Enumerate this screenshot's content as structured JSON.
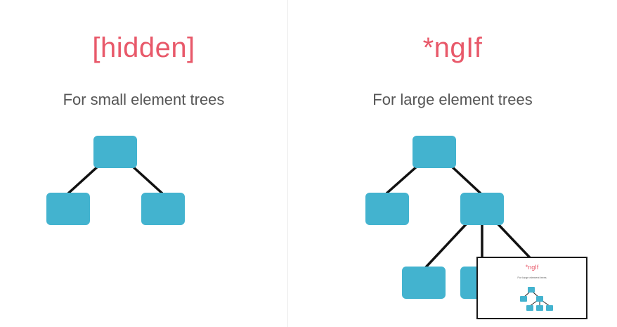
{
  "left_panel": {
    "heading": "[hidden]",
    "subtitle": "For small element trees"
  },
  "right_panel": {
    "heading": "*ngIf",
    "subtitle": "For large element trees"
  },
  "thumbnail": {
    "heading": "*ngIf",
    "subtitle": "For large element trees"
  },
  "colors": {
    "heading": "#e8596a",
    "node": "#43b3cf",
    "edge": "#111111",
    "subtitle": "#555555"
  }
}
